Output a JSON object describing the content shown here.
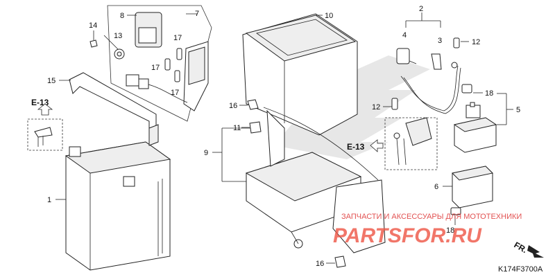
{
  "callouts": {
    "c1": "1",
    "c2": "2",
    "c3": "3",
    "c4": "4",
    "c5": "5",
    "c6": "6",
    "c7": "7",
    "c8": "8",
    "c9": "9",
    "c10": "10",
    "c11": "11",
    "c12a": "12",
    "c12b": "12",
    "c13": "13",
    "c14": "14",
    "c15": "15",
    "c16a": "16",
    "c16b": "16",
    "c17a": "17",
    "c17b": "17",
    "c17c": "17",
    "c18a": "18",
    "c18b": "18"
  },
  "refs": {
    "left": "E-13",
    "middle": "E-13"
  },
  "front_label": "FR.",
  "code": "K174F3700A",
  "watermark": {
    "line": "ЗАПЧАСТИ И АКСЕССУАРЫ ДЛЯ МОТОТЕХНИКИ",
    "logo": "PARTSFOR.RU"
  },
  "colors": {
    "watermark": "#e54b3a",
    "ink": "#222222"
  }
}
